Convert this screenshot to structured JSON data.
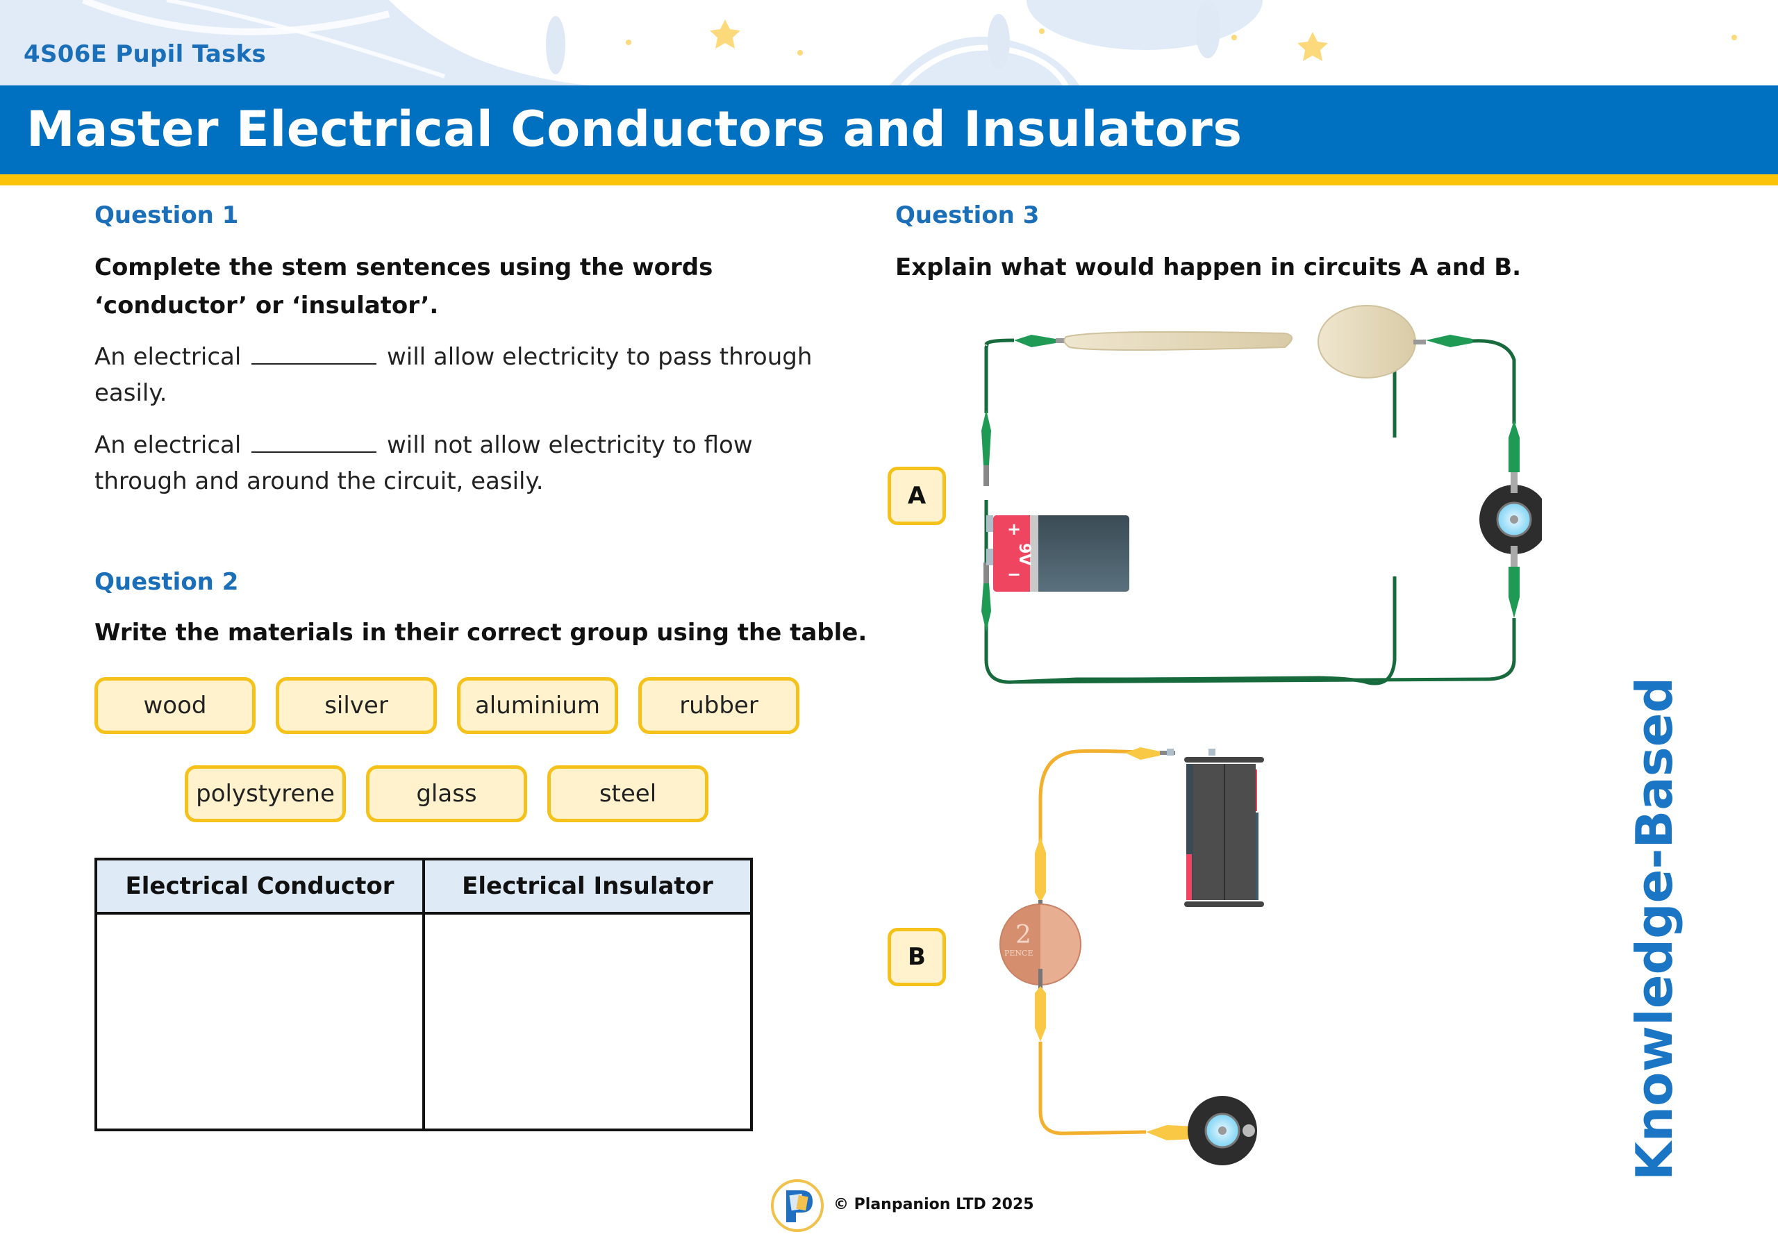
{
  "header": {
    "code": "4S06E Pupil Tasks",
    "title": "Master Electrical Conductors and Insulators",
    "colors": {
      "title_bar": "#0070c0",
      "accent_stripe": "#fcc30b",
      "heading_blue": "#1a6fb8"
    }
  },
  "question1": {
    "heading": "Question 1",
    "instruction": "Complete the stem sentences using the words ‘conductor’ or ‘insulator’.",
    "sentences": [
      {
        "before": "An electrical",
        "after": "will allow electricity to pass through easily."
      },
      {
        "before": "An electrical",
        "after": "will not allow electricity to flow through and around the circuit, easily."
      }
    ]
  },
  "question2": {
    "heading": "Question 2",
    "instruction": "Write the materials in their correct group using the table.",
    "materials": [
      "wood",
      "silver",
      "aluminium",
      "rubber",
      "polystyrene",
      "glass",
      "steel"
    ],
    "table": {
      "headers": [
        "Electrical Conductor",
        "Electrical Insulator"
      ]
    }
  },
  "question3": {
    "heading": "Question 3",
    "instruction": "Explain what would happen in circuits A and B.",
    "circuits": [
      {
        "label": "A",
        "battery_label": "9V",
        "battery_plus": "+",
        "battery_minus": "−",
        "components": [
          "9V battery",
          "wooden spoon",
          "bulb"
        ],
        "wire_color": "#1e9a55"
      },
      {
        "label": "B",
        "coin_text": "2",
        "coin_subtext": "PENCE",
        "components": [
          "battery holder",
          "2 pence coin",
          "bulb"
        ],
        "wire_color": "#f9c845"
      }
    ]
  },
  "sidebar": {
    "label": "Knowledge-Based"
  },
  "footer": {
    "copyright": "© Planpanion LTD 2025",
    "logo": "planpanion-logo-icon"
  }
}
